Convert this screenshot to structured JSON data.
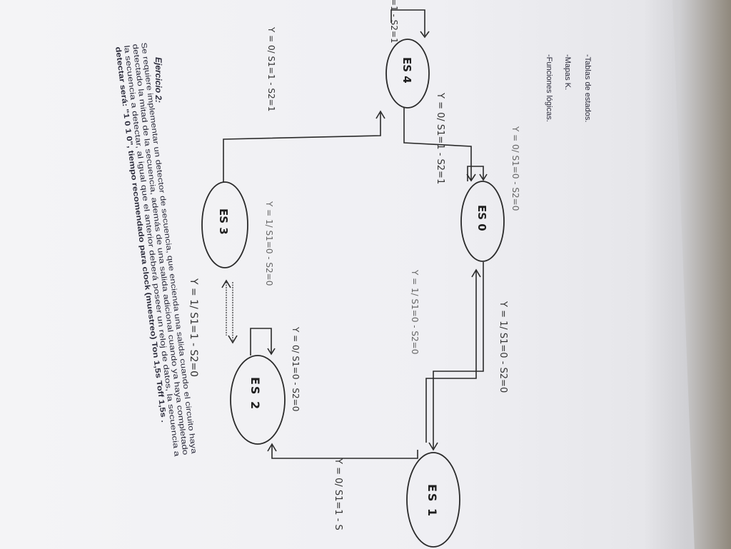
{
  "document": {
    "title": "Ejercicio 2:",
    "paragraph_lines": [
      "Se requiere implementar un detector de secuencia, que encienda una salida cuando el circuito haya",
      "detectado la mitad de la secuencia, además de una salida adicional cuando ya haya completado",
      "la secuencia a detectar, al igual que el anterior deberá poseer un reloj de datos, la secuencia a",
      "detectar será: \"1 0 1 0\", tiempo recomendado para clock (muestreo) Ton 1,5s Toff 1,5s ."
    ],
    "bullets": [
      "-Tablas de estados.",
      "-Mapas K.",
      "-Funciones lógicas."
    ]
  },
  "states": {
    "es0": "ES 0",
    "es1": "ES 1",
    "es2": "ES 2",
    "es3": "ES 3",
    "es4": "ES 4"
  },
  "transitions": {
    "es0_self": "Y = 0/ S1=0 - S2=0",
    "es0_to_es1": "Y = 1/ S1=0 - S2=0",
    "es0_to_es1_light": "Y = 1/ S1=0 - S2=0",
    "es1_to_es2": "Y = 0/ S1=1 - S",
    "es2_self": "Y = 0/ S1=0 - S2=0",
    "es2_to_es3": "Y = 1/ S1=0 - S2=0",
    "es3_to_es2": "Y = 1/ S1=1 - S2=0",
    "es3_to_es4": "Y = 0/ S1=1 - S2=1",
    "es4_to_es0": "Y = 0/ S1=1 - S2=1",
    "es4_self": "=1 - S2=1"
  },
  "colors": {
    "ink": "#2a2a2a",
    "paper": "#efeff3",
    "background": "#8a8378"
  }
}
